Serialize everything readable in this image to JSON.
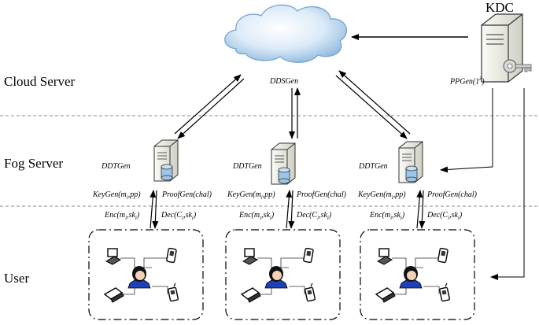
{
  "layers": {
    "cloud": "Cloud Server",
    "fog": "Fog Server",
    "user": "User"
  },
  "kdc": {
    "label": "KDC",
    "algorithm": "PPGen(1",
    "algorithm_sup": "λ",
    "algorithm_close": ")"
  },
  "cloud": {
    "algorithm": "DDSGen"
  },
  "fog_nodes": [
    {
      "ddt": "DDTGen",
      "keygen": "KeyGen(m",
      "keygen_tail": ",pp)",
      "proofgen": "ProofGen(chal)",
      "enc": "Enc(m",
      "enc_tail": ",sk",
      "dec": "Dec(C",
      "dec_tail": ",sk"
    },
    {
      "ddt": "DDTGen",
      "keygen": "KeyGen(m",
      "keygen_tail": ",pp)",
      "proofgen": "ProofGen(chal)",
      "enc": "Enc(m",
      "enc_tail": ",sk",
      "dec": "Dec(C",
      "dec_tail": ",sk"
    },
    {
      "ddt": "DDTGen",
      "keygen": "KeyGen(m",
      "keygen_tail": ",pp)",
      "proofgen": "ProofGen(chal)",
      "enc": "Enc(m",
      "enc_tail": ",sk",
      "dec": "Dec(C",
      "dec_tail": ",sk"
    }
  ],
  "subscript_i": "i",
  "colors": {
    "cloud_light": "#eaf4fc",
    "cloud_dark": "#7aa9d6",
    "server_body": "#f1f1ea",
    "server_edge": "#333333",
    "db_blue": "#9cc6e8",
    "avatar_shirt": "#1d3fb8"
  }
}
